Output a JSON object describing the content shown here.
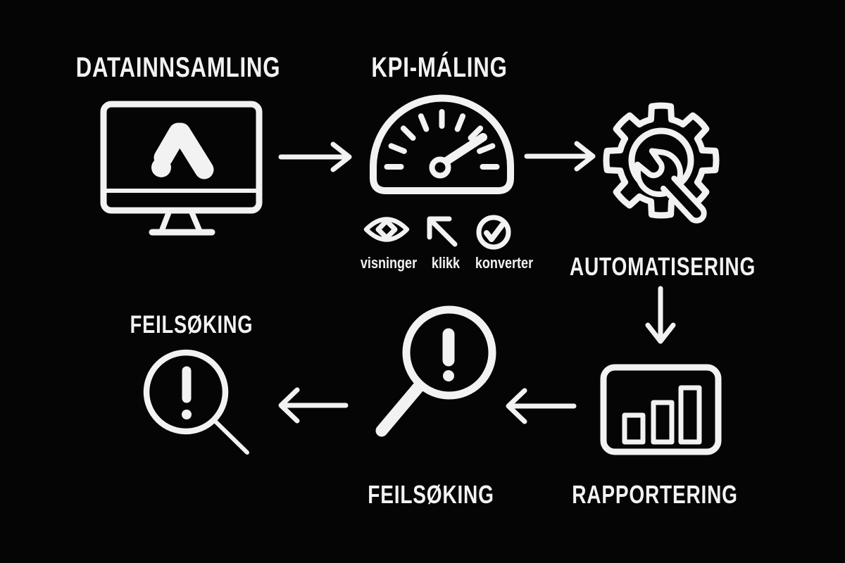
{
  "canvas": {
    "background": "#050505",
    "ink": "#f2f2f2",
    "type": "flowchart-infographic"
  },
  "nodes": {
    "datainnsamling": {
      "label": "DATAINNSAMLING",
      "icon": "monitor-google-ads-icon"
    },
    "kpi_maling": {
      "label": "KPI-MÁLING",
      "icon": "speedometer-gauge-icon"
    },
    "automatisering": {
      "label": "AUTOMATISERING",
      "icon": "gear-wrench-icon"
    },
    "rapportering": {
      "label": "RAPPORTERING",
      "icon": "bar-chart-icon"
    },
    "feilsoking_mid": {
      "label": "FEILSØKING",
      "icon": "magnifier-alert-icon"
    },
    "feilsoking_end": {
      "label": "FEILSØKING",
      "icon": "magnifier-alert-icon"
    }
  },
  "kpi_metrics": [
    {
      "label": "visninger",
      "icon": "eye-icon"
    },
    {
      "label": "klikk",
      "icon": "click-arrow-icon"
    },
    {
      "label": "konverter",
      "icon": "check-circle-icon"
    }
  ]
}
